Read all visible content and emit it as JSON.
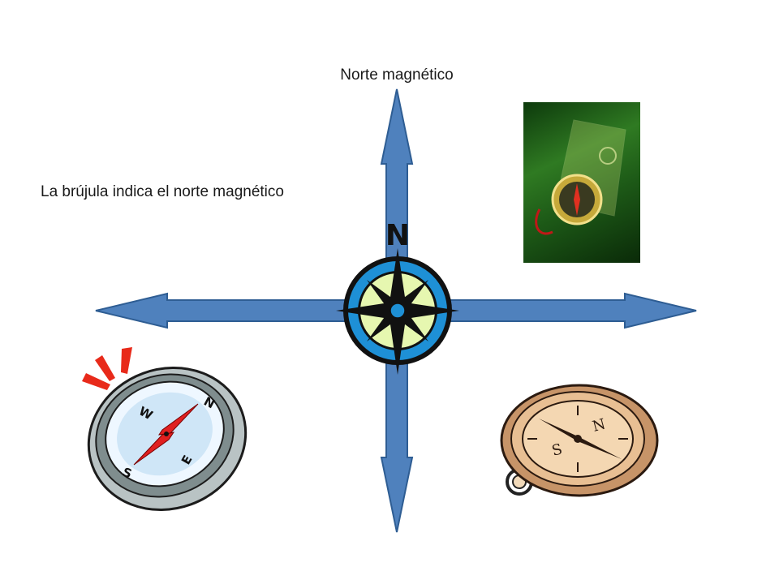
{
  "labels": {
    "north_magnetic": "Norte magnético",
    "description": "La brújula indica el norte magnético",
    "compass_letter_n": "N"
  },
  "left_compass": {
    "letters": {
      "n": "N",
      "e": "E",
      "s": "S",
      "w": "W"
    }
  },
  "right_compass": {
    "letters": {
      "n": "N",
      "s": "S"
    }
  },
  "colors": {
    "arrow_fill": "#4f81bd",
    "arrow_stroke": "#2e5d93",
    "rose_ring": "#1e90d6",
    "rose_face": "#e6f7b0",
    "needle_red": "#e02020",
    "photo_green": "#2f7a22",
    "sepia": "#d9a97a"
  }
}
